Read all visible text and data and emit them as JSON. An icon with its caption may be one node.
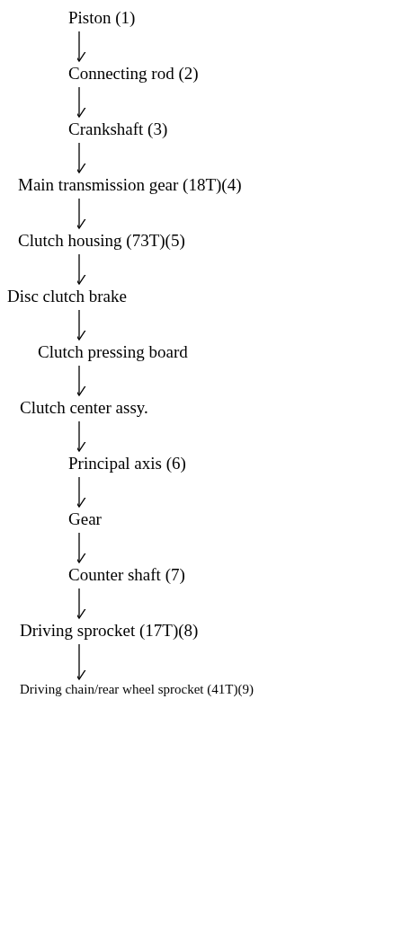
{
  "diagram": {
    "nodes": [
      {
        "text": [
          "Piston (1)"
        ]
      },
      {
        "text": [
          "Connecting rod (2)"
        ]
      },
      {
        "text": [
          "Crankshaft (3)"
        ]
      },
      {
        "text": [
          "Main transmission gear (18T)(4)"
        ]
      },
      {
        "text": [
          "Clutch housing (73T)(5)"
        ]
      },
      {
        "text": [
          "Disc clutch brake"
        ]
      },
      {
        "text": [
          "Clutch pressing board"
        ]
      },
      {
        "text": [
          "Clutch center assy."
        ]
      },
      {
        "text": [
          "Principal axis (6)"
        ]
      },
      {
        "text": [
          "Gear"
        ]
      },
      {
        "text": [
          "Counter shaft (7)"
        ]
      },
      {
        "text": [
          "Driving sprocket (17T)(8)"
        ]
      },
      {
        "text": [
          "Driving chain/rear wheel sprocket (41T)(9)"
        ]
      }
    ],
    "edges": [
      {
        "from": 0,
        "to": 1,
        "arrow": "to"
      },
      {
        "from": 1,
        "to": 2,
        "arrow": "to"
      },
      {
        "from": 2,
        "to": 3,
        "arrow": "to"
      },
      {
        "from": 3,
        "to": 4,
        "arrow": "to"
      },
      {
        "from": 4,
        "to": 5,
        "arrow": "to"
      },
      {
        "from": 5,
        "to": 6,
        "arrow": "to"
      },
      {
        "from": 6,
        "to": 7,
        "arrow": "to"
      },
      {
        "from": 7,
        "to": 8,
        "arrow": "to"
      },
      {
        "from": 8,
        "to": 9,
        "arrow": "to"
      },
      {
        "from": 9,
        "to": 10,
        "arrow": "to"
      },
      {
        "from": 10,
        "to": 11,
        "arrow": "to"
      },
      {
        "from": 11,
        "to": 12,
        "arrow": "to"
      }
    ]
  }
}
